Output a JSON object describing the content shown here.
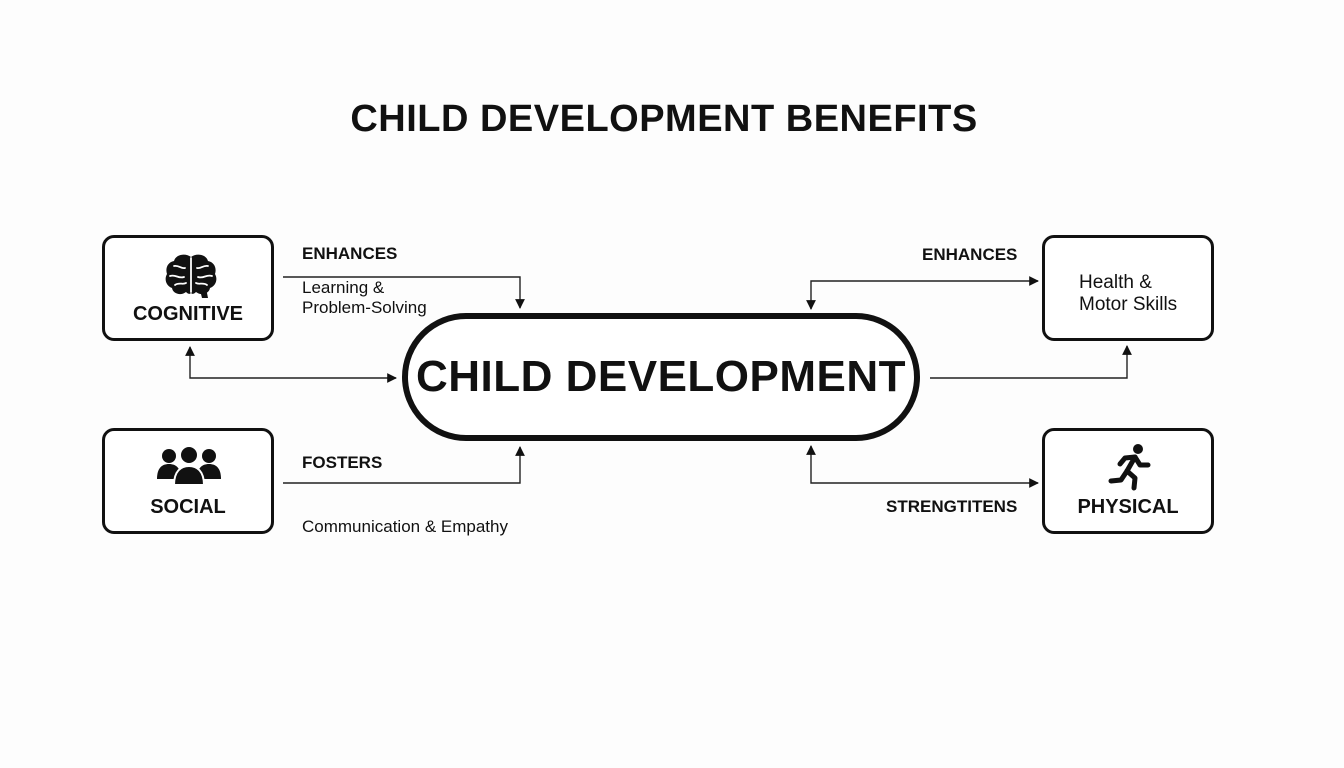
{
  "title": "CHILD DEVELOPMENT BENEFITS",
  "center": {
    "label": "CHILD DEVELOPMENT"
  },
  "cognitive": {
    "label": "COGNITIVE",
    "icon": "brain-icon",
    "verb": "ENHANCES",
    "desc_line1": "Learning &",
    "desc_line2": "Problem-Solving"
  },
  "social": {
    "label": "SOCIAL",
    "icon": "group-icon",
    "verb": "FOSTERS",
    "desc": "Communication & Empathy"
  },
  "health": {
    "line1": "Health &",
    "line2": "Motor Skills",
    "verb": "ENHANCES"
  },
  "physical": {
    "label": "PHYSICAL",
    "icon": "running-person-icon",
    "verb": "STRENGTITENS"
  }
}
